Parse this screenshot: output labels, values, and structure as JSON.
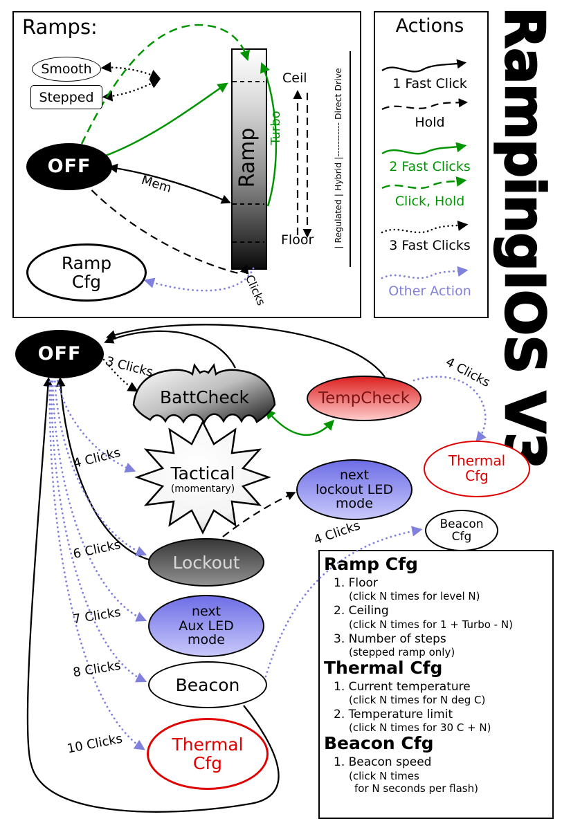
{
  "title": "RampingIOS V3",
  "colors": {
    "green": "#009500",
    "blue": "#8080dd",
    "red": "#e00000"
  },
  "ramps": {
    "title": "Ramps:",
    "smooth": "Smooth",
    "stepped": "Stepped",
    "off": "OFF",
    "ramp": "Ramp",
    "turbo": "Turbo",
    "ceil": "Ceil",
    "floor": "Floor",
    "mem": "Mem",
    "ramp_cfg": [
      "Ramp",
      "Cfg"
    ],
    "four_clicks": "4 Clicks",
    "drive_scale": "|  Regulated  |  Hybrid  |-----------  Direct Drive"
  },
  "actions": {
    "title": "Actions",
    "items": [
      "1 Fast Click",
      "Hold",
      "2 Fast Clicks",
      "Click, Hold",
      "3 Fast Clicks",
      "Other Action"
    ]
  },
  "diagram": {
    "off": "OFF",
    "battcheck": "BattCheck",
    "tempcheck": "TempCheck",
    "thermal_cfg": [
      "Thermal",
      "Cfg"
    ],
    "tactical": [
      "Tactical",
      "(momentary)"
    ],
    "next_lockout": [
      "next",
      "lockout LED",
      "mode"
    ],
    "lockout": "Lockout",
    "beacon_cfg": [
      "Beacon",
      "Cfg"
    ],
    "next_aux": [
      "next",
      "Aux LED",
      "mode"
    ],
    "beacon": "Beacon",
    "thermal_cfg2": [
      "Thermal",
      "Cfg"
    ],
    "labels": {
      "to_battcheck": "3 Clicks",
      "to_tactical": "4 Clicks",
      "to_lockout": "6 Clicks",
      "to_aux": "7 Clicks",
      "to_beacon": "8 Clicks",
      "to_thermal": "10 Clicks",
      "to_thermal_cfg": "4 Clicks",
      "to_beacon_cfg": "4 Clicks"
    }
  },
  "cfg_box": {
    "ramp_heading": "Ramp Cfg",
    "ramp_items": [
      {
        "t": "1. Floor",
        "s0": "(click N times for level N)"
      },
      {
        "t": "2. Ceiling",
        "s0": "(click N times for 1 + Turbo - N)"
      },
      {
        "t": "3. Number of steps",
        "s0": "(stepped ramp only)"
      }
    ],
    "thermal_heading": "Thermal Cfg",
    "thermal_items": [
      {
        "t": "1. Current temperature",
        "s0": "(click N times for N deg C)"
      },
      {
        "t": "2. Temperature limit",
        "s0": "(click N times for 30 C + N)"
      }
    ],
    "beacon_heading": "Beacon Cfg",
    "beacon_items": [
      {
        "t": "1. Beacon speed",
        "s0": "(click N times",
        "s1": "for N seconds per flash)"
      }
    ]
  }
}
